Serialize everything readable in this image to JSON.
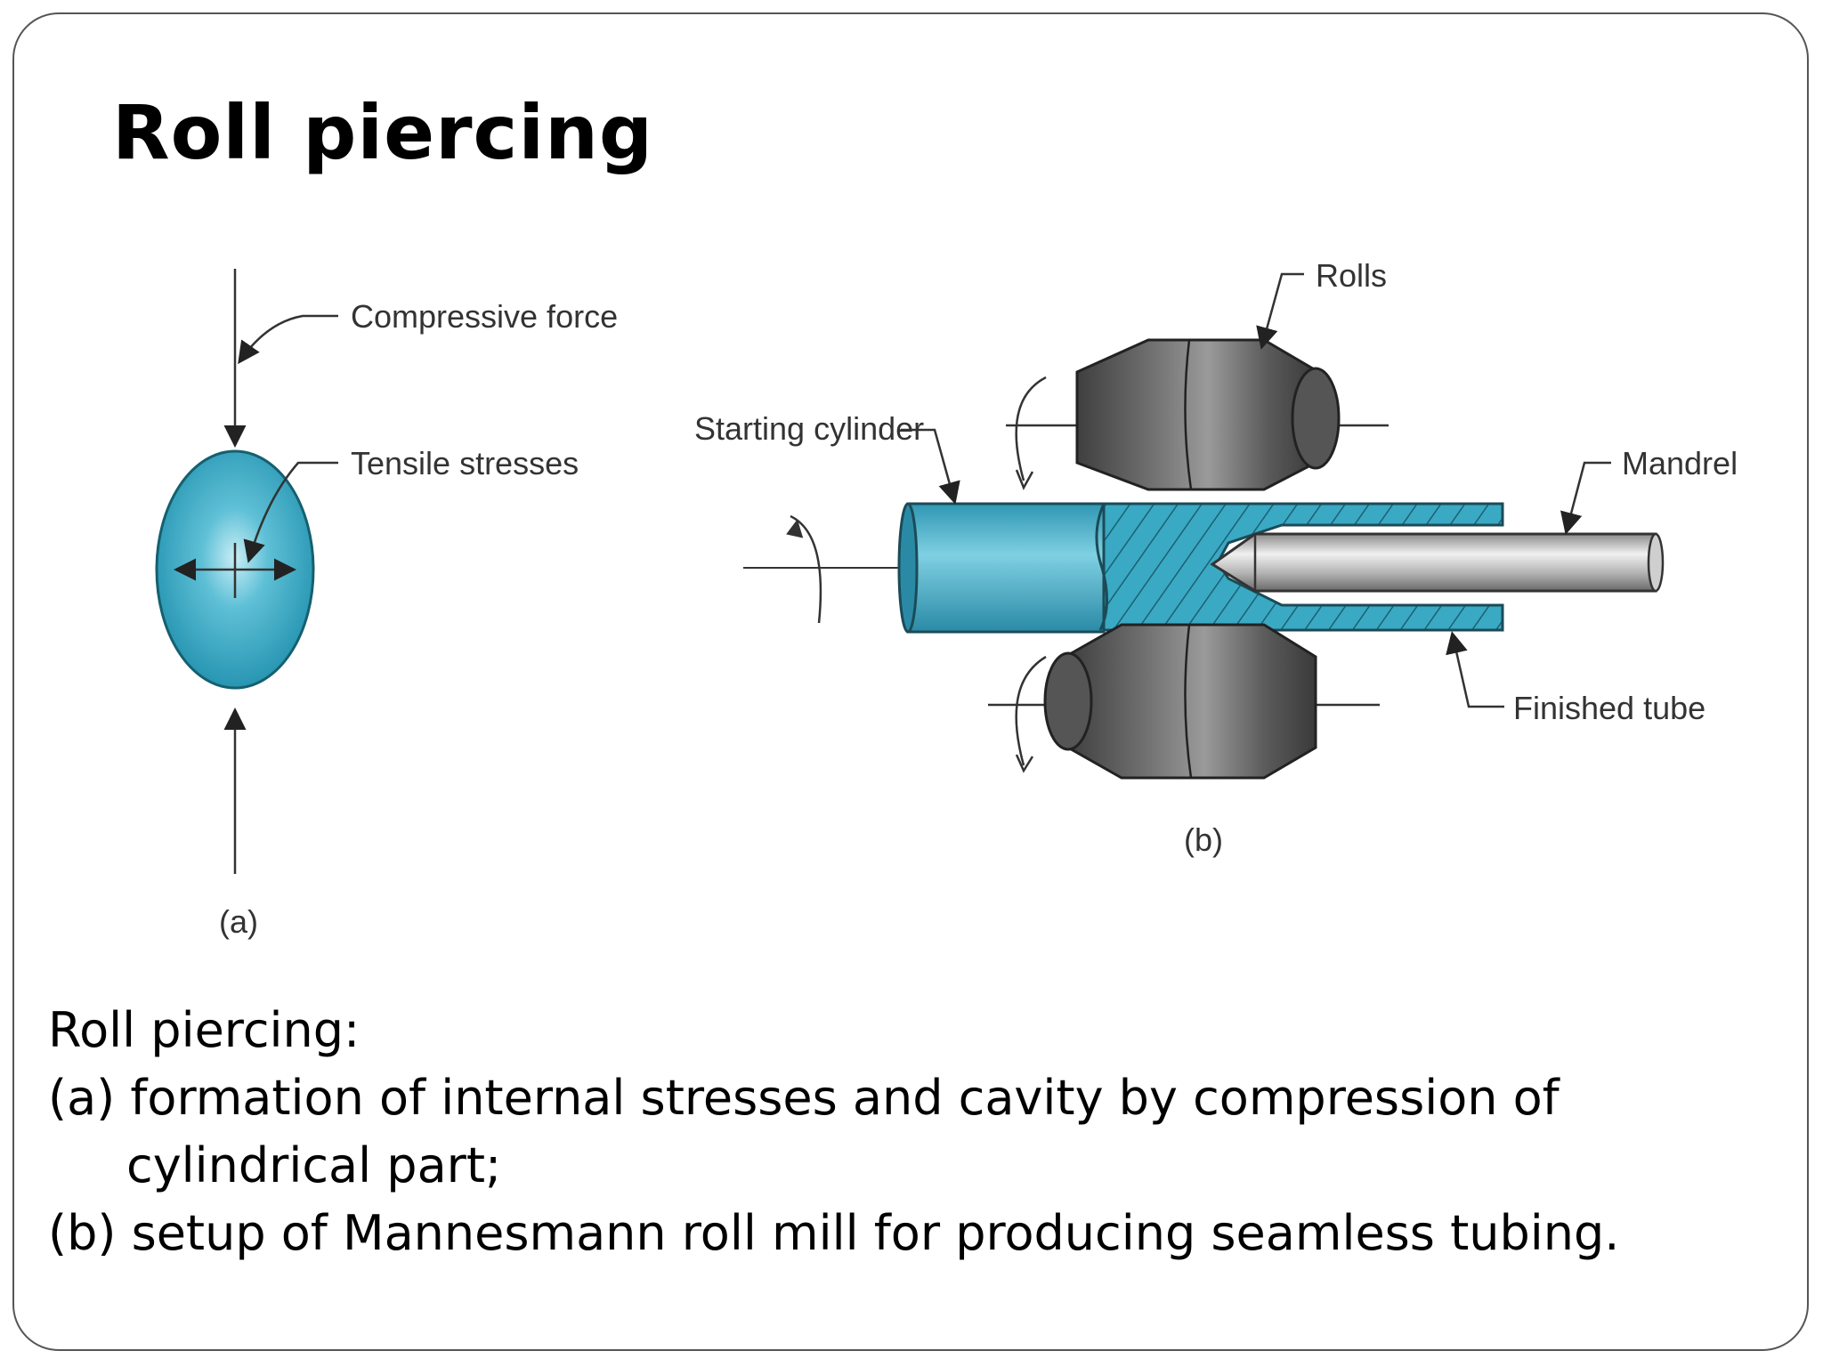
{
  "slide": {
    "title": "Roll piercing"
  },
  "diagram_a": {
    "labels": {
      "compressive_force": "Compressive force",
      "tensile_stresses": "Tensile stresses",
      "caption": "(a)"
    }
  },
  "diagram_b": {
    "labels": {
      "rolls": "Rolls",
      "starting_cylinder": "Starting cylinder",
      "mandrel": "Mandrel",
      "finished_tube": "Finished tube",
      "caption": "(b)"
    }
  },
  "colors": {
    "workpiece": "#3aa9c4",
    "roll": "#5b5b5b",
    "mandrel": "#b9b9b9"
  },
  "caption": {
    "heading": "Roll piercing:",
    "line_a": "(a) formation of internal stresses and cavity by compression of",
    "line_a_cont": "cylindrical part;",
    "line_b": "(b) setup of Mannesmann roll mill for producing seamless tubing."
  }
}
